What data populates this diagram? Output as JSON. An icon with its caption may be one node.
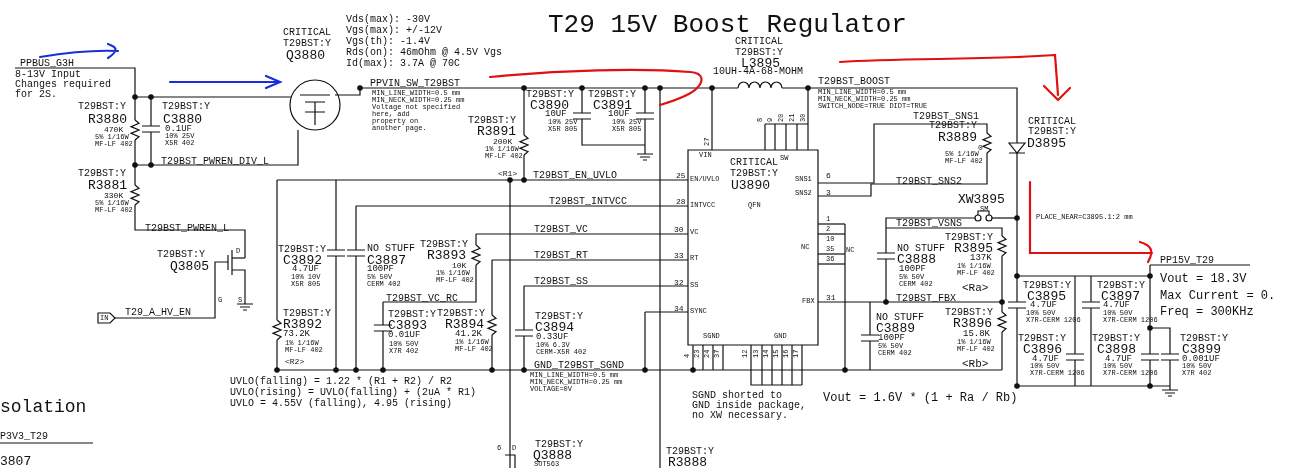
{
  "diagram": {
    "title": "T29 15V Boost Regulator",
    "labels": [
      "PPBUS_G3H",
      "8-13V Input Changes required for 2S.",
      "Vds(max): -30V",
      "Vgs(max): +/-12V",
      "Vgs(th): -1.4V",
      "Rds(on): 46mOhm @ 4.5V Vgs",
      "Id(max): 3.7A @ 70C",
      "CRITICAL",
      "T29BST:Y",
      "Q3880",
      "T29BST:Y",
      "R3880",
      "470K",
      "5% 1/16W MF-LF 402",
      "T29BST:Y",
      "C3880",
      "0.1UF",
      "10% 25V X5R 402",
      "T29BST_PWREN_DIV_L",
      "T29BST:Y",
      "R3881",
      "330K",
      "5% 1/16W MF-LF 402",
      "T29BST_PWREN_L",
      "PPVIN_SW_T29BST",
      "MIN_LINE_WIDTH=0.5 mm MIN_NECK_WIDTH=0.25 mm",
      "Voltage not specified here, add property on another page.",
      "T29BST:Y",
      "R3891",
      "200K",
      "1% 1/16W MF-LF 402",
      "<R1>",
      "T29BST:Y",
      "C3890",
      "10UF",
      "10% 25V X5R 805",
      "T29BST:Y",
      "C3891",
      "10UF",
      "10% 25V X5R 805",
      "CRITICAL",
      "T29BST:Y",
      "L3895",
      "10UH-4A-68-MOHM",
      "T29BST_BOOST",
      "MIN_LINE_WIDTH=0.5 mm MIN_NECK_WIDTH=0.25 mm SWITCH_NODE=TRUE DIDT=TRUE",
      "CRITICAL",
      "T29BST:Y",
      "U3890",
      "QFN",
      "VIN",
      "SW",
      "EN/UVLO",
      "INTVCC",
      "VC",
      "RT",
      "SS",
      "SYNC",
      "SNS1",
      "SNS2",
      "NC",
      "NC",
      "FBX",
      "SGND",
      "GND",
      "25",
      "28",
      "30",
      "33",
      "32",
      "34",
      "6",
      "3",
      "1",
      "2",
      "10",
      "35",
      "36",
      "31",
      "27",
      "8",
      "9",
      "20",
      "21",
      "30",
      "4",
      "23",
      "24",
      "37",
      "12",
      "13",
      "14",
      "15",
      "16",
      "17",
      "T29BST_EN_UVLO",
      "T29BST_INTVCC",
      "T29BST_VC",
      "T29BST_RT",
      "T29BST_SS",
      "T29BST:Y",
      "Q3805",
      "D",
      "G",
      "S",
      "IN",
      "T29_A_HV_EN",
      "T29BST:Y",
      "C3892",
      "4.7UF",
      "10% 10V X5R 805",
      "NO STUFF",
      "C3887",
      "100PF",
      "5% 50V CERM 402",
      "T29BST:Y",
      "R3893",
      "10K",
      "1% 1/16W MF-LF 402",
      "T29BST_VC_RC",
      "T29BST:Y",
      "R3892",
      "73.2K",
      "1% 1/16W MF-LF 402",
      "<R2>",
      "T29BST:Y",
      "C3893",
      "0.01UF",
      "10% 50V X7R 402",
      "T29BST:Y",
      "R3894",
      "41.2K",
      "1% 1/16W MF-LF 402",
      "T29BST:Y",
      "C3894",
      "0.33UF",
      "10% 6.3V CERM-X5R 402",
      "GND_T29BST_SGND",
      "UVLO(falling) = 1.22 * (R1 + R2) / R2",
      "MIN_LINE_WIDTH=0.5 mm MIN_NECK_WIDTH=0.25 mm VOLTAGE=0V",
      "UVLO(rising) = UVLO(falling) + (2uA * R1)",
      "UVLO = 4.55V (falling), 4.95 (rising)",
      "SGND shorted to GND inside package, no XW necessary.",
      "Vout = 1.6V * (1 + Ra / Rb)",
      "solation",
      "P3V3_T29",
      "3807",
      "6",
      "D",
      "T29BST:Y",
      "Q3888",
      "SOT563",
      "T29BST:Y",
      "R3888",
      "T29BST_SNS1",
      "T29BST:Y",
      "R3889",
      "0",
      "5% 1/16W MF-LF 402",
      "T29BST_SNS2",
      "XW3895",
      "SM",
      "PLACE_NEAR=C3895.1:2 mm",
      "CRITICAL",
      "T29BST:Y",
      "D3895",
      "T29BST_VSNS",
      "T29BST:Y",
      "R3895",
      "137K",
      "1% 1/16W MF-LF 402",
      "<Ra>",
      "NO STUFF",
      "C3888",
      "100PF",
      "5% 50V CERM 402",
      "T29BST_FBX",
      "NO STUFF",
      "C3889",
      "100PF",
      "5% 50V CERM 402",
      "T29BST:Y",
      "R3896",
      "15.8K",
      "1% 1/16W MF-LF 402",
      "<Rb>",
      "T29BST:Y",
      "C3895",
      "4.7UF",
      "10% 50V X7R-CERM 1206",
      "T29BST:Y",
      "C3897",
      "4.7UF",
      "10% 50V X7R-CERM 1206",
      "T29BST:Y",
      "C3896",
      "4.7UF",
      "10% 50V X7R-CERM 1206",
      "T29BST:Y",
      "C3898",
      "4.7UF",
      "10% 50V X7R-CERM 1206",
      "T29BST:Y",
      "C3899",
      "0.001UF",
      "10% 50V X7R 402",
      "PP15V_T29",
      "Vout = 18.3V",
      "Max Current = 0.",
      "Freq = 300KHz"
    ]
  }
}
